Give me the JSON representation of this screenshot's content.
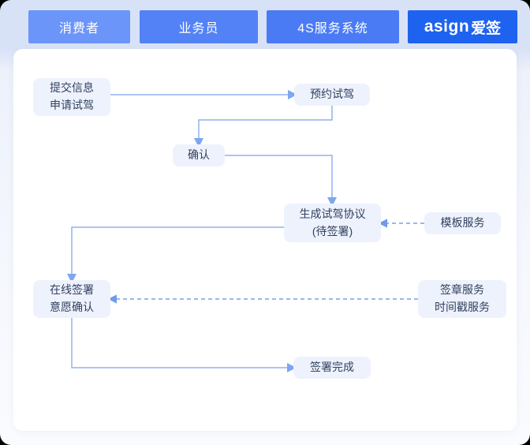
{
  "lanes": [
    {
      "id": "consumer",
      "label": "消费者"
    },
    {
      "id": "salesman",
      "label": "业务员"
    },
    {
      "id": "4s-system",
      "label": "4S服务系统"
    },
    {
      "id": "asign-brand",
      "brand_latin": "asign",
      "brand_cn": "爱签"
    }
  ],
  "nodes": {
    "submit": {
      "label": "提交信息\n申请试驾"
    },
    "book": {
      "label": "预约试驾"
    },
    "confirm": {
      "label": "确认"
    },
    "generate": {
      "label": "生成试驾协议\n(待签署)"
    },
    "template": {
      "label": "模板服务"
    },
    "online": {
      "label": "在线签署\n意愿确认"
    },
    "seal": {
      "label": "签章服务\n时间戳服务"
    },
    "complete": {
      "label": "签署完成"
    }
  },
  "colors": {
    "lane_consumer": "#6B95F8",
    "lane_salesman": "#5282F6",
    "lane_4s": "#4A7BF5",
    "lane_brand": "#1E62F0",
    "header_bg": "#D8E2F7",
    "card_bg": "#FFFFFF",
    "node_bg": "#EDF2FD",
    "node_text": "#33415E",
    "connector_solid": "#8FB2F0",
    "connector_dashed": "#74A0EC"
  }
}
